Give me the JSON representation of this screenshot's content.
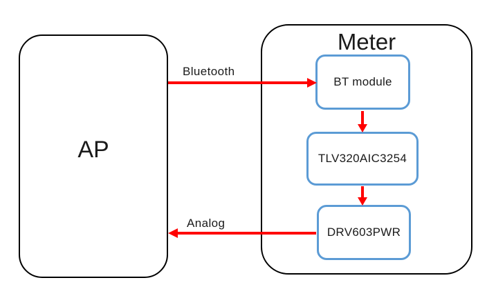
{
  "diagram": {
    "title": "",
    "nodes": {
      "ap": {
        "label": "AP"
      },
      "meter": {
        "label": "Meter"
      },
      "bt_module": {
        "label": "BT module"
      },
      "codec": {
        "label": "TLV320AIC3254"
      },
      "amp": {
        "label": "DRV603PWR"
      }
    },
    "edges": [
      {
        "from": "AP",
        "to": "BT module",
        "label": "Bluetooth",
        "direction": "right"
      },
      {
        "from": "BT module",
        "to": "TLV320AIC3254",
        "direction": "down"
      },
      {
        "from": "TLV320AIC3254",
        "to": "DRV603PWR",
        "direction": "down"
      },
      {
        "from": "DRV603PWR",
        "to": "AP",
        "label": "Analog",
        "direction": "left"
      }
    ],
    "colors": {
      "module-border": "#5B9BD5",
      "arrow": "#FF0000",
      "outline": "#000000",
      "text": "#1a1a1a",
      "bg": "#ffffff"
    }
  }
}
